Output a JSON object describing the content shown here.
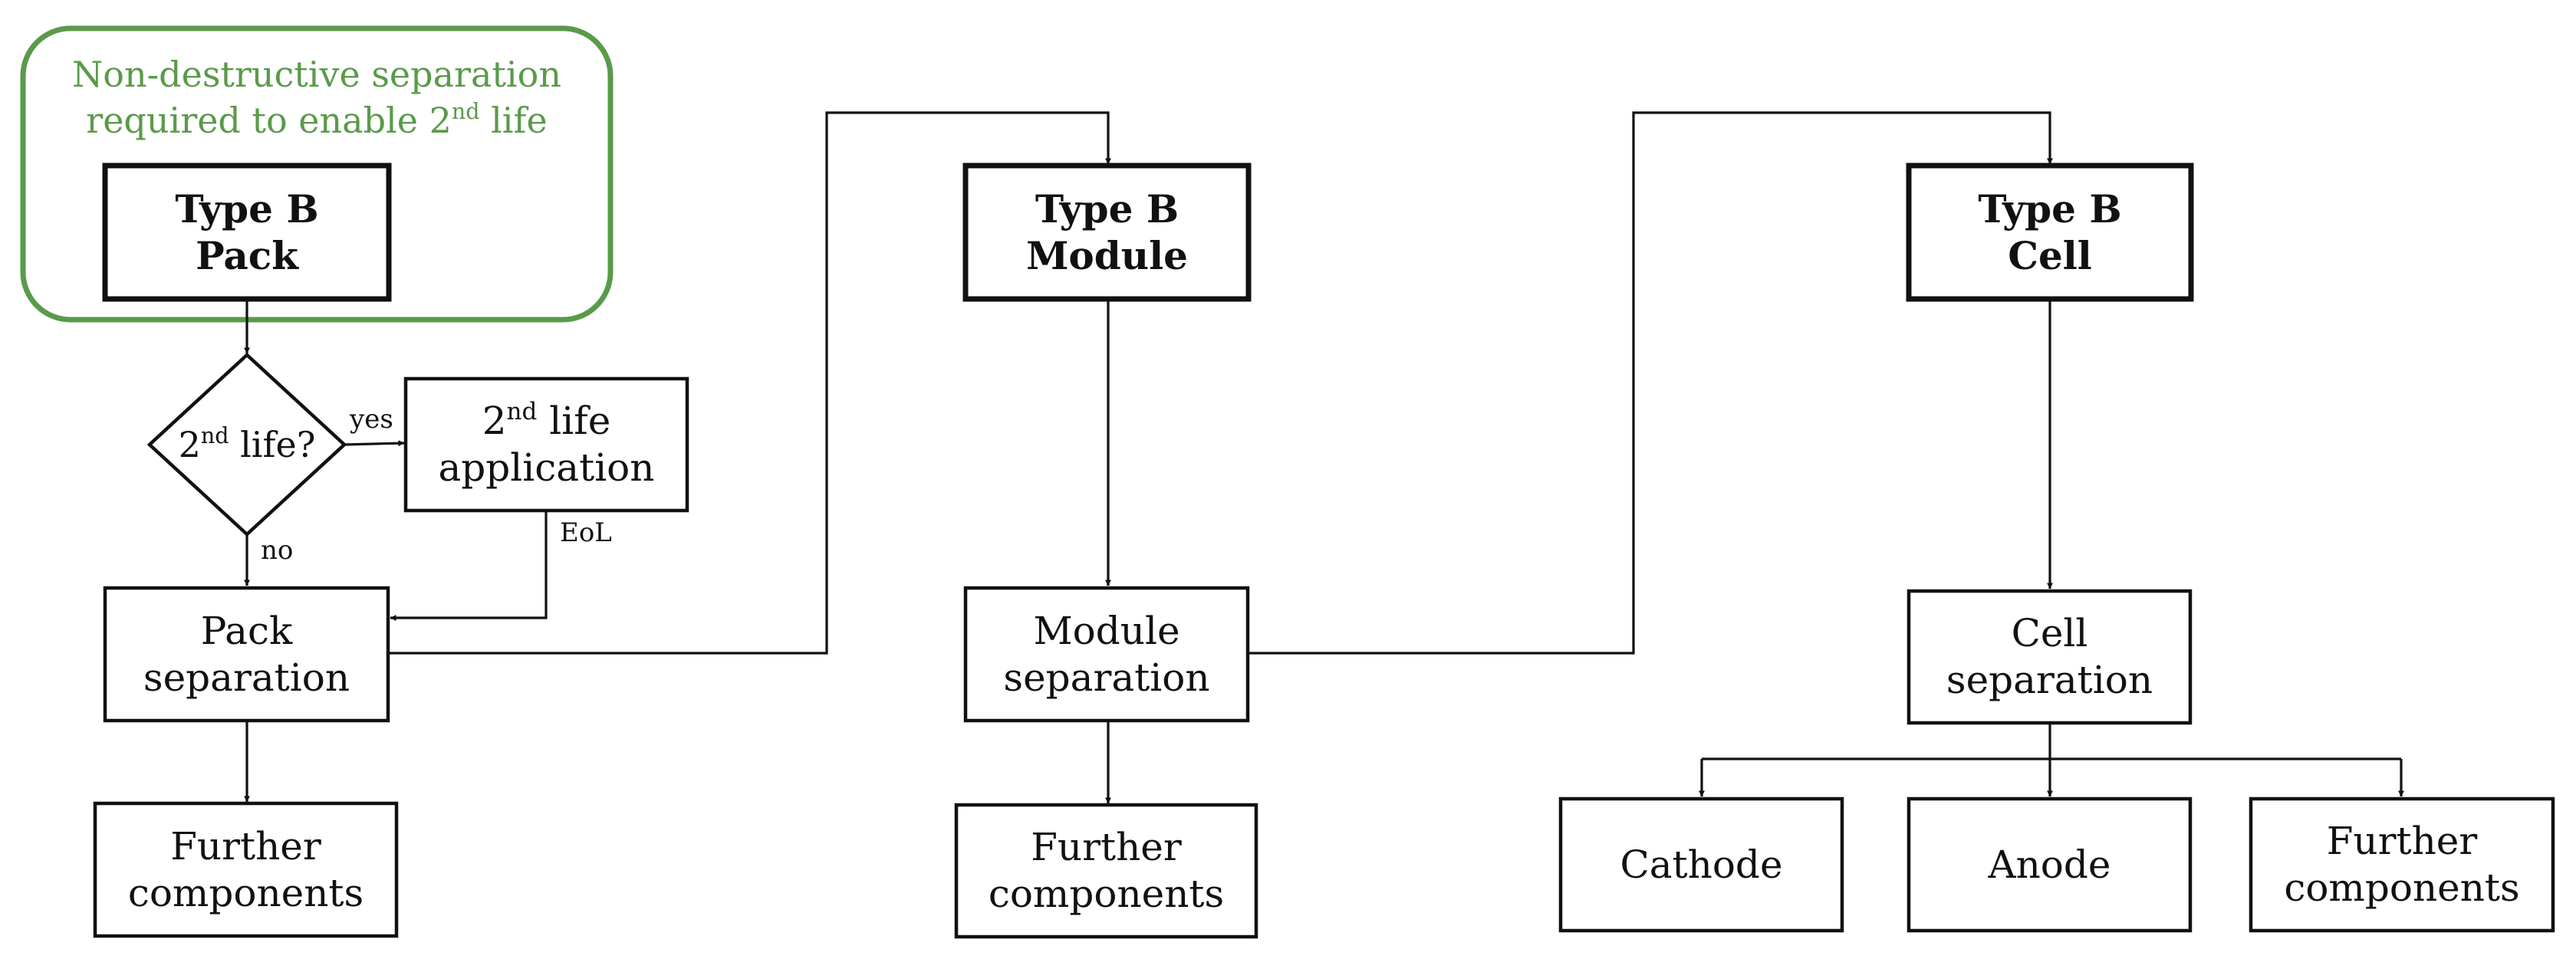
{
  "colors": {
    "line": "#111111",
    "accent": "#5a9a4a",
    "background": "#ffffff"
  },
  "note": {
    "line1": "Non-destructive separation",
    "line2_pre": "required to enable 2",
    "line2_sup": "nd",
    "line2_post": " life"
  },
  "pack": {
    "title_line1": "Type B",
    "title_line2": "Pack",
    "decision_pre": "2",
    "decision_sup": "nd",
    "decision_post": " life?",
    "yes_label": "yes",
    "no_label": "no",
    "eol_label": "EoL",
    "second_life_pre": "2",
    "second_life_sup": "nd",
    "second_life_post": " life",
    "second_life_line2": "application",
    "separation_line1": "Pack",
    "separation_line2": "separation",
    "further_line1": "Further",
    "further_line2": "components"
  },
  "module": {
    "title_line1": "Type B",
    "title_line2": "Module",
    "separation_line1": "Module",
    "separation_line2": "separation",
    "further_line1": "Further",
    "further_line2": "components"
  },
  "cell": {
    "title_line1": "Type B",
    "title_line2": "Cell",
    "separation_line1": "Cell",
    "separation_line2": "separation",
    "cathode": "Cathode",
    "anode": "Anode",
    "further_line1": "Further",
    "further_line2": "components"
  }
}
